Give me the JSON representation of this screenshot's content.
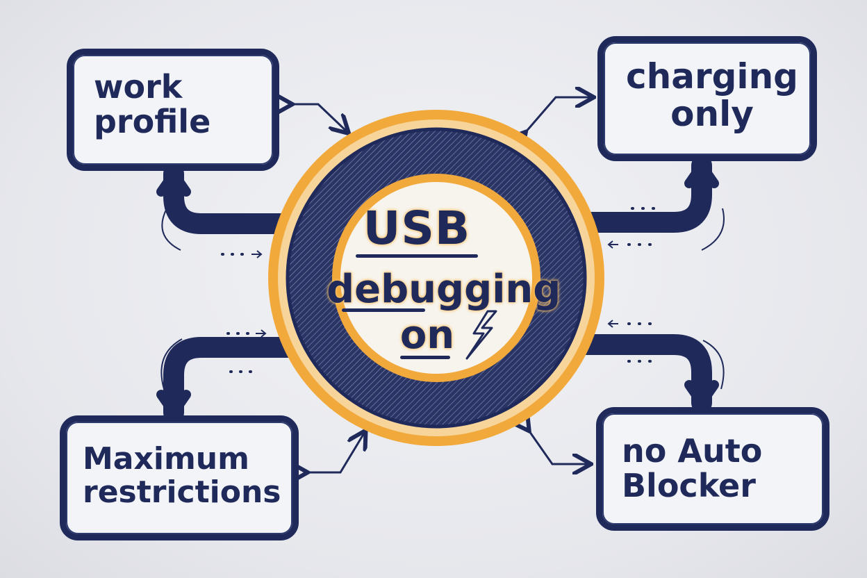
{
  "center": {
    "line1": "USB",
    "line2": "debugging",
    "line3": "on"
  },
  "nodes": {
    "work_profile": "work\nprofile",
    "charging_only": "charging\nonly",
    "max_restrictions": "Maximum\nrestrictions",
    "no_auto_blocker": "no Auto\nBlocker"
  },
  "icons": {
    "work_profile": "briefcase-icon",
    "charging_only": "crossed-battery-icon",
    "max_restrictions": "list-bars-icon",
    "no_auto_blocker": "crossed-shield-icon",
    "center": "lightning-icon"
  },
  "colors": {
    "ink": "#1f2a5a",
    "accent": "#f2a93b",
    "background": "#eceef2"
  }
}
